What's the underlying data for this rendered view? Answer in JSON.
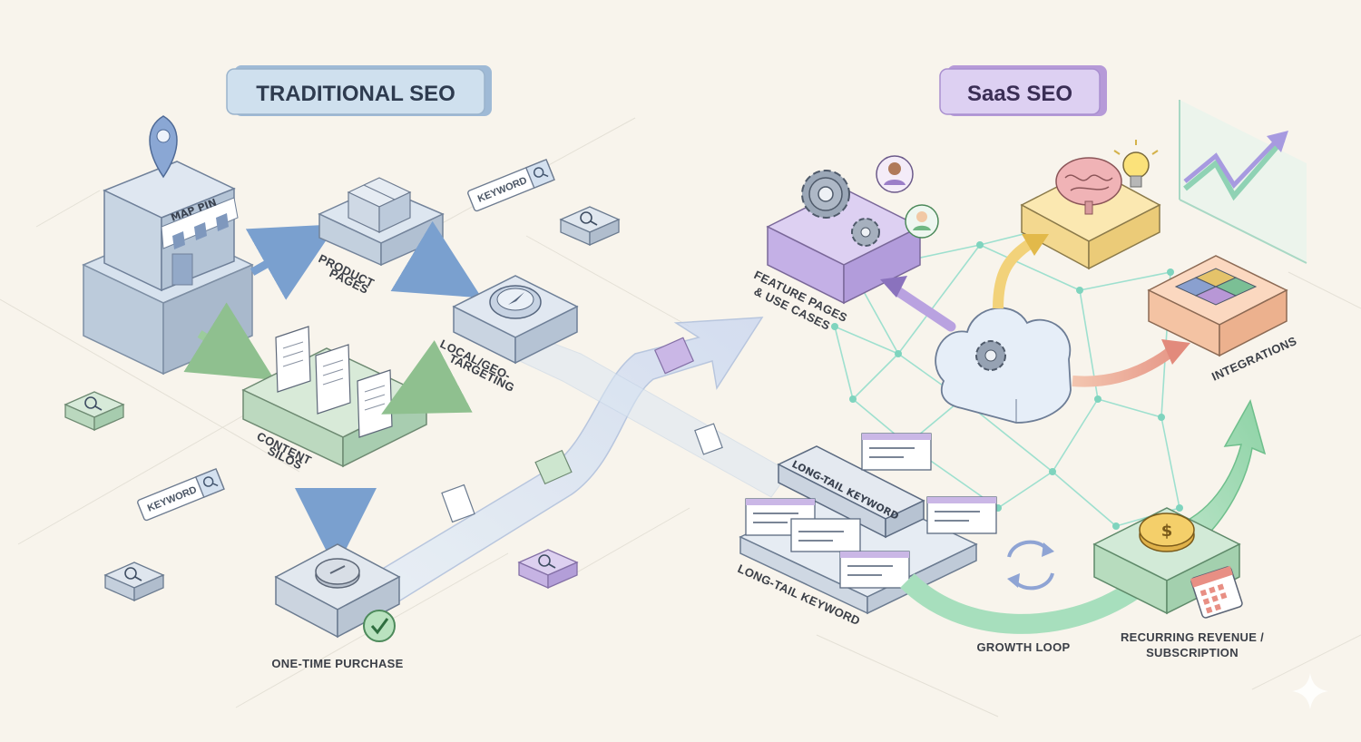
{
  "titles": {
    "traditional": "TRADITIONAL SEO",
    "saas": "SaaS SEO"
  },
  "traditional": {
    "store_sign": "MAP PIN",
    "product_pages": [
      "PRODUCT",
      "PAGES"
    ],
    "local_targeting": [
      "LOCAL/GEO-",
      "TARGETING"
    ],
    "content_silos": [
      "CONTENT",
      "SILOS"
    ],
    "one_time_purchase": "ONE-TIME PURCHASE",
    "keyword_tag": "KEYWORD"
  },
  "saas": {
    "feature_pages": [
      "FEATURE PAGES",
      "& USE CASES"
    ],
    "integrations": "INTEGRATIONS",
    "long_tail_keyword": "LONG-TAIL KEYWORD",
    "long_tail_block": "LONG-TAIL KEYWORD",
    "growth_loop": "GROWTH LOOP",
    "recurring_revenue": [
      "RECURRING REVENUE /",
      "SUBSCRIPTION"
    ]
  },
  "colors": {
    "background": "#f8f4ec",
    "traditional_blue": "#c9dced",
    "saas_purple": "#d9c9ef",
    "green": "#cfe6d3",
    "yellow": "#fbe6a8",
    "orange": "#f9d1b4",
    "network_teal": "#9ee0cf"
  },
  "icons": [
    "map-pin-icon",
    "storefront-icon",
    "box-icon",
    "compass-icon",
    "document-icon",
    "coin-icon",
    "check-icon",
    "search-icon",
    "gear-icon",
    "avatar-icon",
    "brain-icon",
    "lightbulb-icon",
    "growth-chart-icon",
    "puzzle-icon",
    "cloud-icon",
    "refresh-icon",
    "dollar-coin-icon",
    "calendar-icon",
    "sparkle-icon"
  ]
}
